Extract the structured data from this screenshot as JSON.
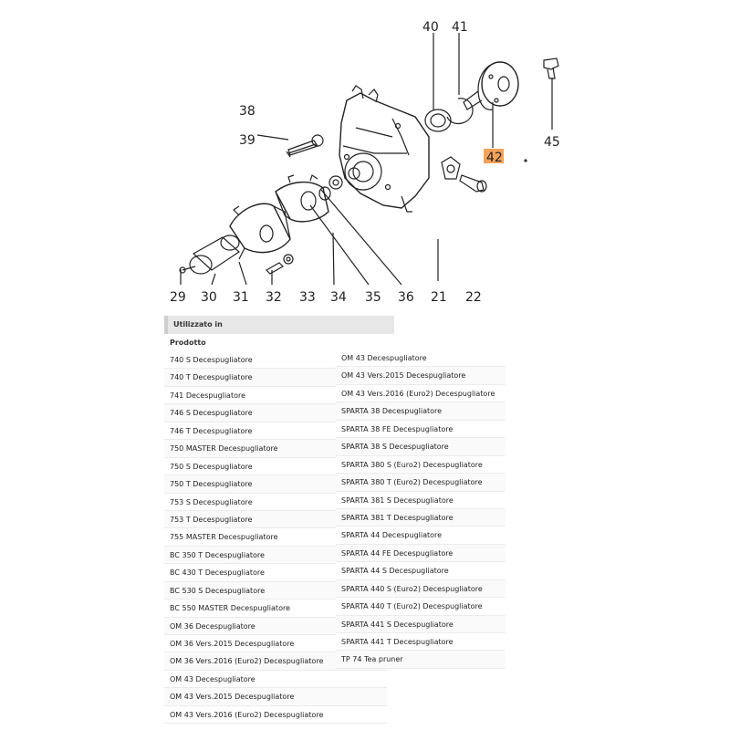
{
  "callouts": {
    "c29": "29",
    "c30": "30",
    "c31": "31",
    "c32": "32",
    "c33": "33",
    "c34": "34",
    "c35": "35",
    "c36": "36",
    "c21": "21",
    "c22": "22",
    "c38": "38",
    "c39": "39",
    "c40": "40",
    "c41": "41",
    "c42": "42",
    "c45": "45"
  },
  "highlight_color": "#f4a259",
  "used_in": {
    "header": "Utilizzato in",
    "subheader": "Prodotto",
    "left": [
      "740 S Decespugliatore",
      "740 T Decespugliatore",
      "741 Decespugliatore",
      "746 S Decespugliatore",
      "746 T Decespugliatore",
      "750 MASTER Decespugliatore",
      "750 S Decespugliatore",
      "750 T Decespugliatore",
      "753 S Decespugliatore",
      "753 T Decespugliatore",
      "755 MASTER Decespugliatore",
      "BC 350 T Decespugliatore",
      "BC 430 T Decespugliatore",
      "BC 530 S Decespugliatore",
      "BC 550 MASTER Decespugliatore",
      "OM 36 Decespugliatore",
      "OM 36 Vers.2015 Decespugliatore",
      "OM 36 Vers.2016 (Euro2) Decespugliatore",
      "OM 43 Decespugliatore",
      "OM 43 Vers.2015 Decespugliatore",
      "OM 43 Vers.2016 (Euro2) Decespugliatore"
    ],
    "right": [
      "OM 43 Decespugliatore",
      "OM 43 Vers.2015 Decespugliatore",
      "OM 43 Vers.2016 (Euro2) Decespugliatore",
      "SPARTA 38 Decespugliatore",
      "SPARTA 38 FE Decespugliatore",
      "SPARTA 38 S Decespugliatore",
      "SPARTA 380 S (Euro2) Decespugliatore",
      "SPARTA 380 T (Euro2) Decespugliatore",
      "SPARTA 381 S Decespugliatore",
      "SPARTA 381 T Decespugliatore",
      "SPARTA 44 Decespugliatore",
      "SPARTA 44 FE Decespugliatore",
      "SPARTA 44 S Decespugliatore",
      "SPARTA 440 S (Euro2) Decespugliatore",
      "SPARTA 440 T (Euro2) Decespugliatore",
      "SPARTA 441 S Decespugliatore",
      "SPARTA 441 T Decespugliatore",
      "TP 74 Tea pruner"
    ]
  }
}
